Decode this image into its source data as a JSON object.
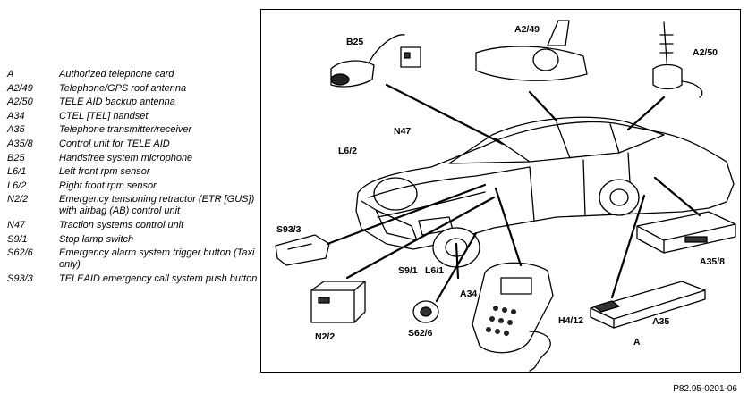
{
  "legend": [
    {
      "code": "A",
      "desc": "Authorized telephone card"
    },
    {
      "code": "A2/49",
      "desc": "Telephone/GPS roof antenna"
    },
    {
      "code": "A2/50",
      "desc": "TELE AID backup antenna"
    },
    {
      "code": "A34",
      "desc": "CTEL [TEL] handset"
    },
    {
      "code": "A35",
      "desc": "Telephone transmitter/receiver"
    },
    {
      "code": "A35/8",
      "desc": "Control unit for TELE AID"
    },
    {
      "code": "B25",
      "desc": "Handsfree system microphone"
    },
    {
      "code": "L6/1",
      "desc": "Left front rpm sensor"
    },
    {
      "code": "L6/2",
      "desc": "Right front rpm sensor"
    },
    {
      "code": "N2/2",
      "desc": "Emergency tensioning retractor (ETR [GUS]) with airbag (AB) control unit"
    },
    {
      "code": "N47",
      "desc": "Traction systems control unit"
    },
    {
      "code": "S9/1",
      "desc": "Stop lamp switch"
    },
    {
      "code": "S62/6",
      "desc": "Emergency alarm system trigger button (Taxi only)"
    },
    {
      "code": "S93/3",
      "desc": "TELEAID emergency call system push button"
    }
  ],
  "callouts": {
    "b25": "B25",
    "a249": "A2/49",
    "a250": "A2/50",
    "n47": "N47",
    "l62": "L6/2",
    "s933": "S93/3",
    "s91": "S9/1",
    "l61": "L6/1",
    "a34": "A34",
    "h412": "H4/12",
    "a358": "A35/8",
    "a35": "A35",
    "a": "A",
    "n22": "N2/2",
    "s626": "S62/6"
  },
  "figure_id": "P82.95-0201-06"
}
